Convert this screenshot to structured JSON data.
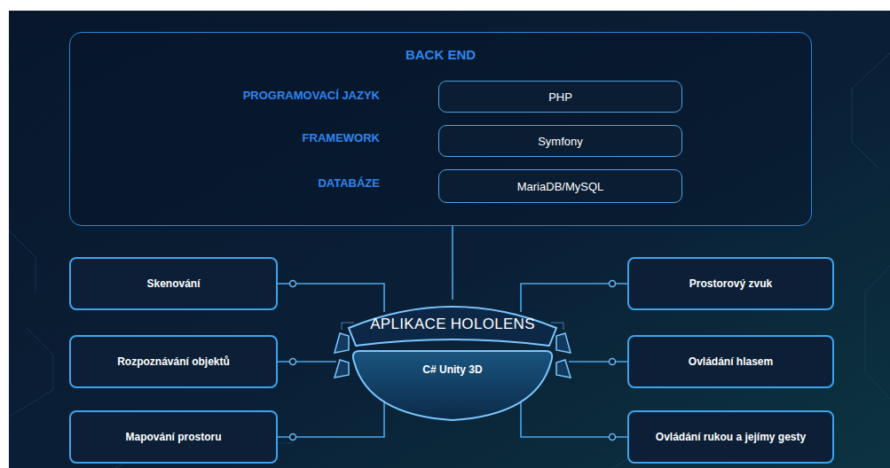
{
  "diagram": {
    "nodes": [
      {
        "text": [
          "BACK END"
        ]
      },
      {
        "text": [
          "PHP"
        ],
        "in": 0
      },
      {
        "text": [
          "Symfony"
        ],
        "in": 0
      },
      {
        "text": [
          "MariaDB/MySQL"
        ],
        "in": 0
      },
      {
        "text": [
          "Skenování"
        ]
      },
      {
        "text": [
          "Prostorový zvuk"
        ]
      },
      {
        "text": [
          "APLIKACE HOLOLENS",
          "C# Unity 3D"
        ]
      },
      {
        "text": [
          "Rozpoznávání objektů"
        ]
      },
      {
        "text": [
          "Ovládání hlasem"
        ]
      },
      {
        "text": [
          "Mapování prostoru"
        ]
      },
      {
        "text": [
          "Ovládání rukou a jejímy gesty"
        ]
      }
    ],
    "edges": [
      {
        "from": 0,
        "to": 6,
        "arrow": "none"
      },
      {
        "from": 4,
        "to": 6,
        "arrow": "none"
      },
      {
        "from": 7,
        "to": 6,
        "arrow": "none"
      },
      {
        "from": 9,
        "to": 6,
        "arrow": "none"
      },
      {
        "from": 5,
        "to": 6,
        "arrow": "none"
      },
      {
        "from": 8,
        "to": 6,
        "arrow": "none"
      },
      {
        "from": 10,
        "to": 6,
        "arrow": "none"
      }
    ],
    "labels": [
      "PROGRAMOVACÍ JAZYK",
      "FRAMEWORK",
      "DATABÁZE"
    ]
  }
}
